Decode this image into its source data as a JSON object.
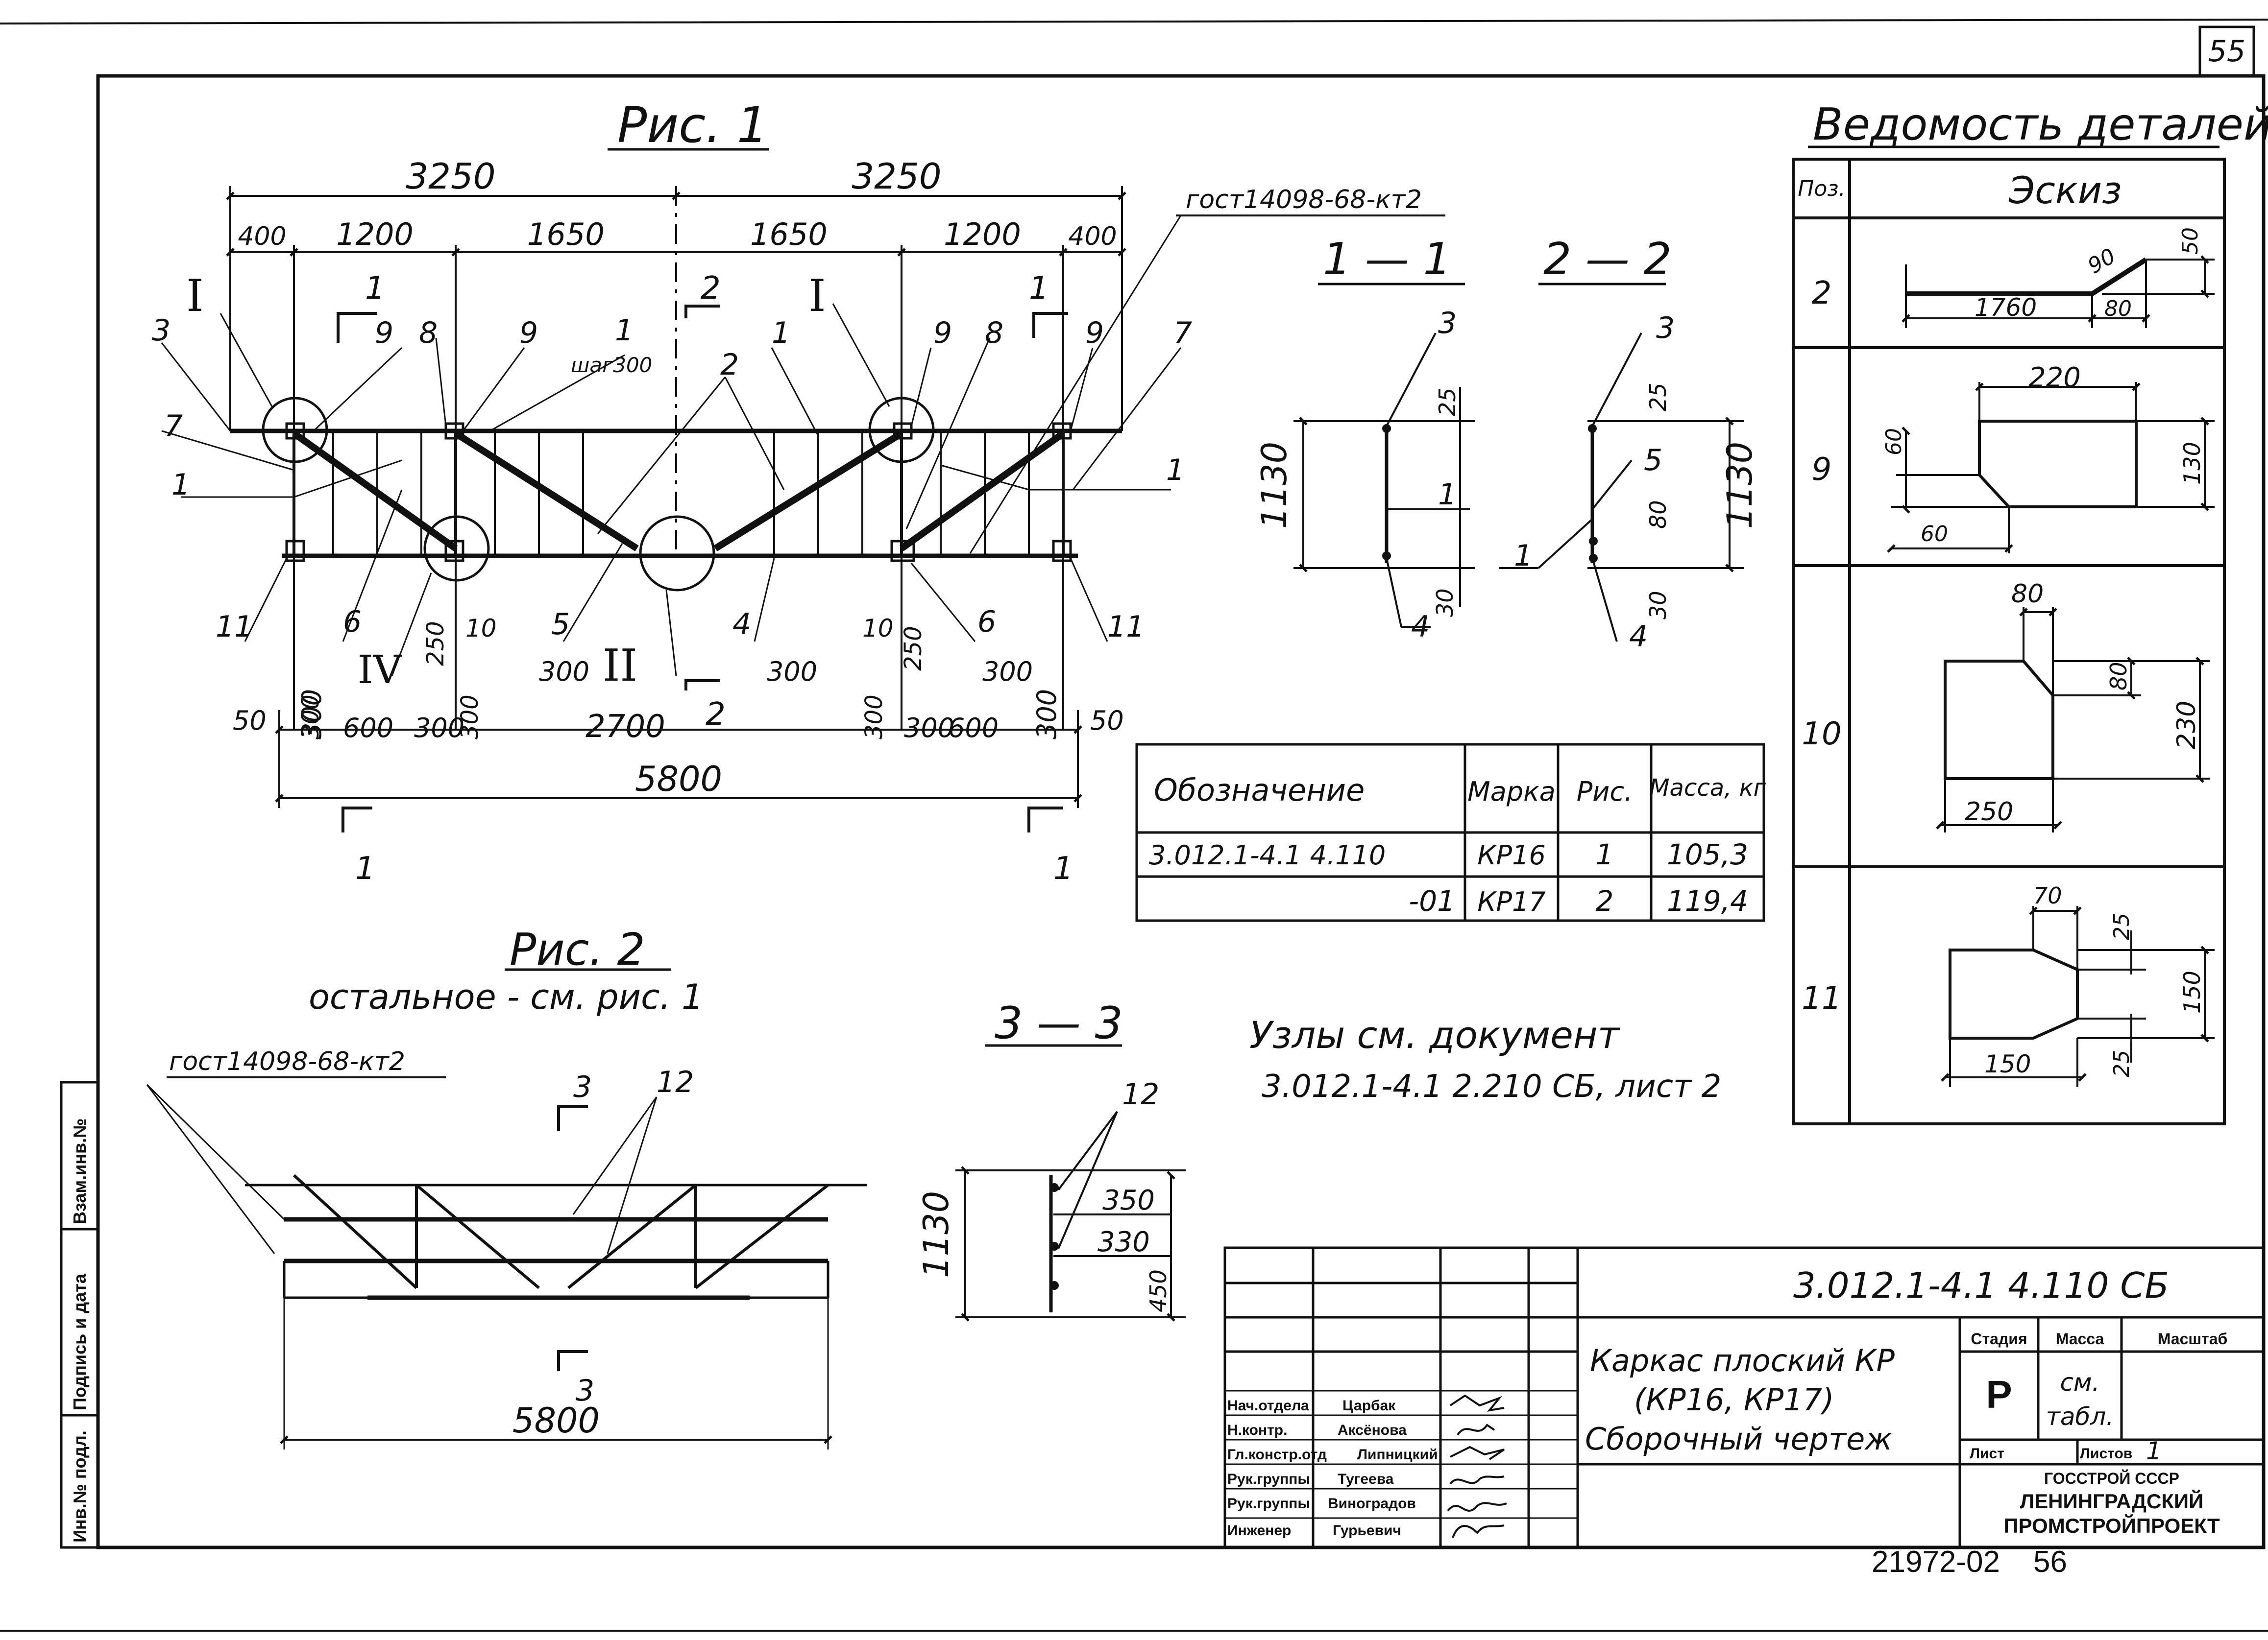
{
  "page_number": "55",
  "fig1": {
    "title": "Рис. 1",
    "top_dims": [
      "3250",
      "3250"
    ],
    "upper_dims": [
      "400",
      "1200",
      "1650",
      "1650",
      "1200",
      "400"
    ],
    "gost_label": "гост14098-68-кт2",
    "step_label": "шаг300",
    "node_roman": [
      "I",
      "I",
      "IV",
      "II"
    ],
    "section_marks": [
      "1",
      "2",
      "1",
      "1",
      "2",
      "1"
    ],
    "pos_labels": [
      "3",
      "9",
      "8",
      "9",
      "1",
      "2",
      "1",
      "9",
      "8",
      "9",
      "7",
      "7",
      "1",
      "1",
      "11",
      "6",
      "10",
      "5",
      "4",
      "10",
      "6",
      "11"
    ],
    "vertical_dims": [
      "300",
      "250",
      "300",
      "300",
      "250"
    ],
    "bottom_dims": [
      "50",
      "300",
      "600",
      "300",
      "300",
      "300",
      "2700",
      "300",
      "300",
      "600",
      "300",
      "50"
    ],
    "overall_dim": "5800"
  },
  "sec11": {
    "title": "1 — 1",
    "labels": [
      "3",
      "25",
      "1130",
      "1",
      "30",
      "4"
    ]
  },
  "sec22": {
    "title": "2 — 2",
    "labels": [
      "3",
      "25",
      "5",
      "80",
      "1130",
      "1",
      "30",
      "4"
    ]
  },
  "spec_table": {
    "headers": [
      "Обозначение",
      "Марка",
      "Рис.",
      "Масса, кг"
    ],
    "rows": [
      [
        "3.012.1-4.1 4.110",
        "КР16",
        "1",
        "105,3"
      ],
      [
        "-01",
        "КР17",
        "2",
        "119,4"
      ]
    ]
  },
  "fig2": {
    "title": "Рис. 2",
    "subtitle": "остальное - см. рис. 1",
    "gost_label": "гост14098-68-кт2",
    "section_marks": [
      "3",
      "3"
    ],
    "pos_label": "12",
    "overall_dim": "5800"
  },
  "sec33": {
    "title": "3 — 3",
    "labels": [
      "12",
      "1130",
      "350",
      "330",
      "450"
    ]
  },
  "nodes_note": {
    "line1": "Узлы см. документ",
    "line2": "3.012.1-4.1 2.210 СБ, лист 2"
  },
  "details": {
    "title": "Ведомость деталей",
    "headers": [
      "Поз.",
      "Эскиз"
    ],
    "rows": [
      {
        "pos": "2",
        "dims": [
          "1760",
          "90",
          "50",
          "80"
        ]
      },
      {
        "pos": "9",
        "dims": [
          "220",
          "60",
          "60",
          "130"
        ]
      },
      {
        "pos": "10",
        "dims": [
          "80",
          "80",
          "230",
          "250"
        ]
      },
      {
        "pos": "11",
        "dims": [
          "70",
          "25",
          "150",
          "25",
          "150"
        ]
      }
    ]
  },
  "title_block": {
    "code": "3.012.1-4.1 4.110 СБ",
    "name_lines": [
      "Каркас плоский КР",
      "(КР16, КР17)",
      "Сборочный чертеж"
    ],
    "roles": [
      {
        "role": "Нач.отдела",
        "name": "Царбак"
      },
      {
        "role": "Н.контр.",
        "name": "Аксёнова"
      },
      {
        "role": "Гл.констр.отд",
        "name": "Липницкий"
      },
      {
        "role": "Рук.группы",
        "name": "Тугеева"
      },
      {
        "role": "Рук.группы",
        "name": "Виноградов"
      },
      {
        "role": "Инженер",
        "name": "Гурьевич"
      }
    ],
    "stage_header": "Стадия",
    "mass_header": "Масса",
    "scale_header": "Масштаб",
    "stage": "Р",
    "mass_lines": [
      "см.",
      "табл."
    ],
    "sheet_label": "Лист",
    "sheets_label": "Листов",
    "sheets_value": "1",
    "org_lines": [
      "ГОССТРОЙ СССР",
      "ЛЕНИНГРАДСКИЙ",
      "ПРОМСТРОЙПРОЕКТ"
    ]
  },
  "side_stamp": [
    "Инв.№ подл.",
    "Подпись и дата",
    "Взам.инв.№"
  ],
  "footer": {
    "archive_no": "21972-02",
    "page": "56"
  }
}
